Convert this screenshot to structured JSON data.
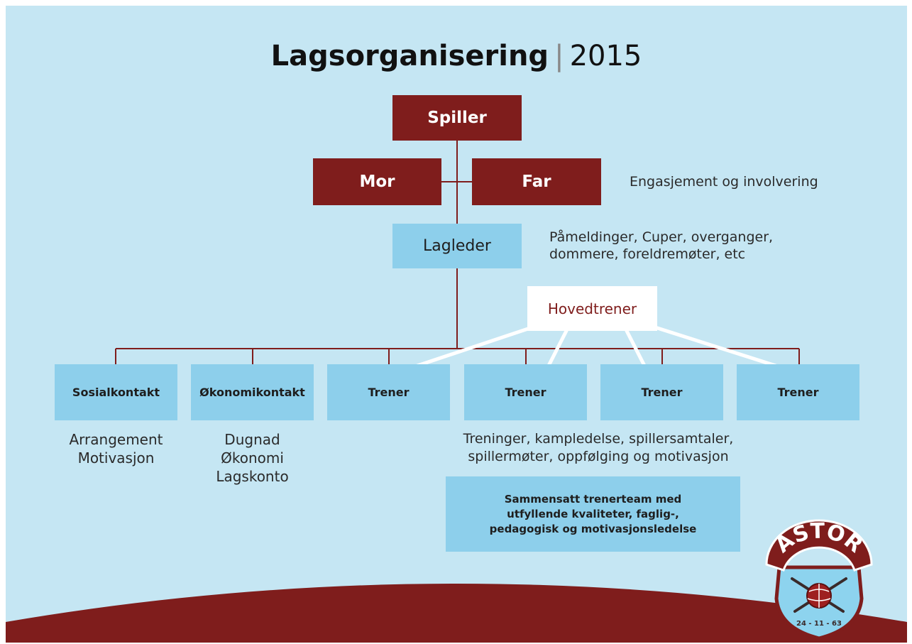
{
  "title": {
    "main": "Lagsorganisering",
    "separator": "|",
    "year": "2015"
  },
  "nodes": {
    "spiller": "Spiller",
    "mor": "Mor",
    "far": "Far",
    "lagleder": "Lagleder",
    "hovedtrener": "Hovedtrener",
    "sosialkontakt": "Sosialkontakt",
    "okonomikontakt": "Økonomikontakt",
    "trener_1": "Trener",
    "trener_2": "Trener",
    "trener_3": "Trener",
    "trener_4": "Trener"
  },
  "notes": {
    "parents": "Engasjement og involvering",
    "lagleder": "Påmeldinger, Cuper, overganger,\ndommere, foreldremøter, etc",
    "sosialkontakt": "Arrangement\nMotivasjon",
    "okonomikontakt": "Dugnad\nØkonomi\nLagskonto",
    "trener": "Treninger, kampledelse, spillersamtaler,\nspillermøter, oppfølging og motivasjon",
    "team": "Sammensatt trenerteam med utfyllende kvaliteter, faglig-, pedagogisk og motivasjonsledelse"
  },
  "logo": {
    "word": "ASTOR",
    "date": "24 - 11 - 63"
  },
  "colors": {
    "background": "#c5e6f3",
    "dark_red": "#7f1d1c",
    "light_blue": "#8dcfeb",
    "white": "#ffffff"
  }
}
